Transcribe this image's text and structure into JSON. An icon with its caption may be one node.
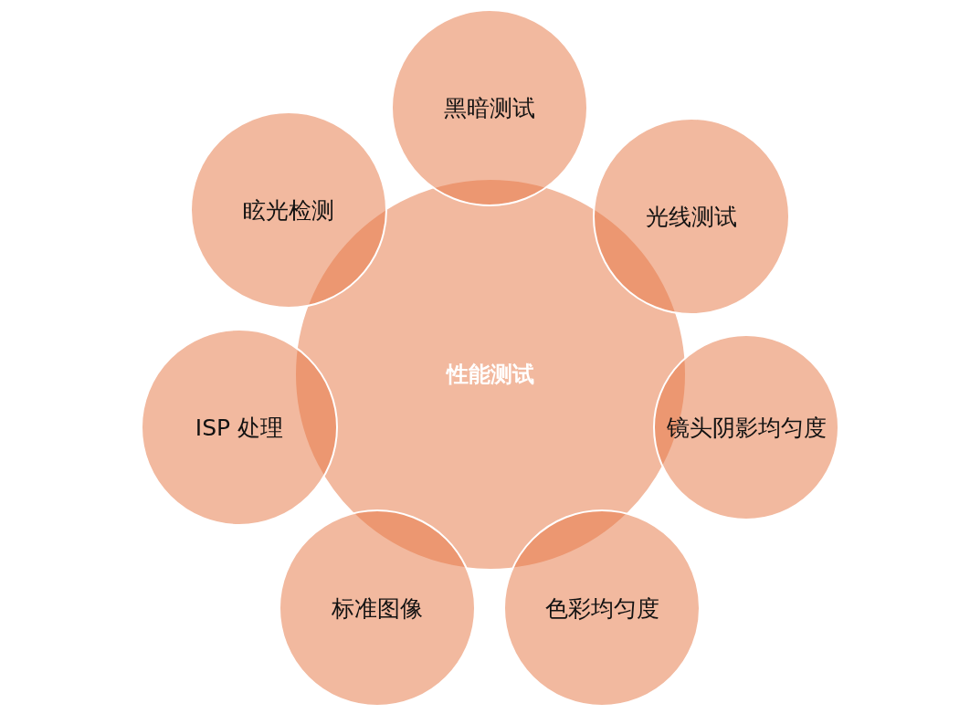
{
  "diagram": {
    "nodes": [
      {
        "text": [
          "性能测试"
        ]
      },
      {
        "text": [
          "黑暗测试"
        ]
      },
      {
        "text": [
          "眩光检测"
        ]
      },
      {
        "text": [
          "光线测试"
        ]
      },
      {
        "text": [
          "ISP 处理"
        ]
      },
      {
        "text": [
          "镜头阴影均匀度"
        ]
      },
      {
        "text": [
          "标准图像"
        ]
      },
      {
        "text": [
          "色彩均匀度"
        ]
      }
    ]
  }
}
